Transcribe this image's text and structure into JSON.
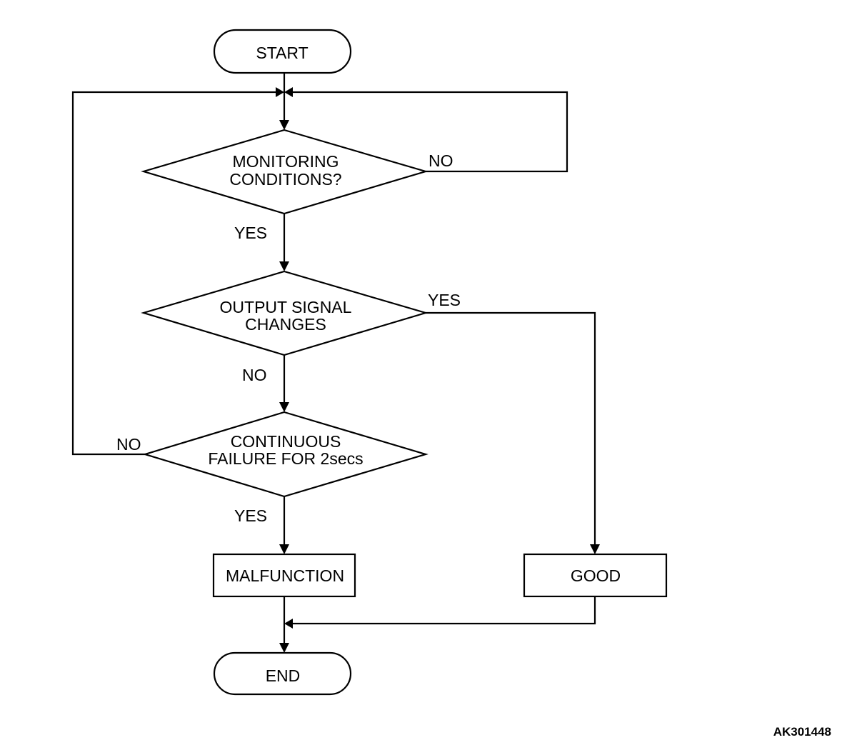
{
  "nodes": {
    "start": "START",
    "monitoring": {
      "line1": "MONITORING",
      "line2": "CONDITIONS?"
    },
    "output_signal": {
      "line1": "OUTPUT SIGNAL",
      "line2": "CHANGES"
    },
    "continuous": {
      "line1": "CONTINUOUS",
      "line2": "FAILURE FOR 2secs"
    },
    "malfunction": "MALFUNCTION",
    "good": "GOOD",
    "end": "END"
  },
  "edges": {
    "monitoring_no": "NO",
    "monitoring_yes": "YES",
    "output_signal_yes": "YES",
    "output_signal_no": "NO",
    "continuous_no": "NO",
    "continuous_yes": "YES"
  },
  "reference_code": "AK301448"
}
